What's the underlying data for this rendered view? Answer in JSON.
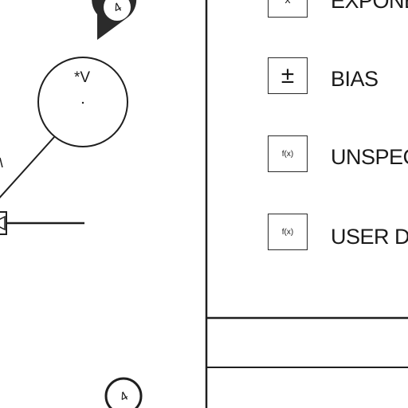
{
  "diagram": {
    "node": {
      "label": "*V"
    },
    "badges": [
      {
        "symbol": "4"
      },
      {
        "symbol": "4"
      }
    ]
  },
  "legend": {
    "items": [
      {
        "symbol": "x",
        "label": "EXPONE"
      },
      {
        "symbol": "±",
        "label": "BIAS"
      },
      {
        "symbol": "f(x)",
        "label": "UNSPEC"
      },
      {
        "symbol": "f(x)",
        "label": "USER D"
      }
    ]
  }
}
